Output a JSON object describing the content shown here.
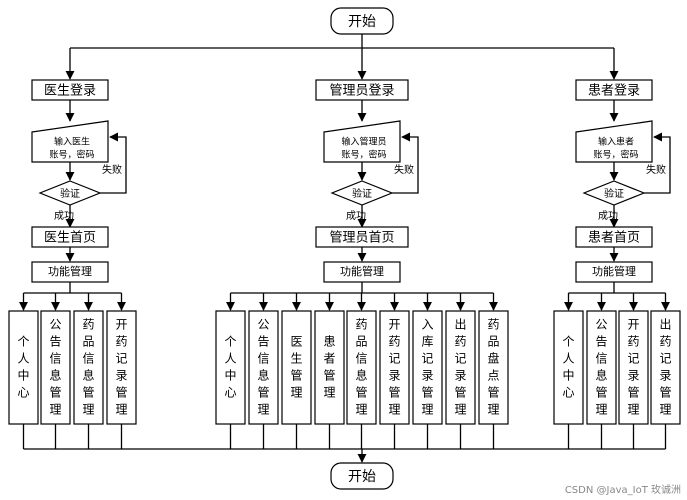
{
  "start_label": "开始",
  "end_label": "开始",
  "watermark": "CSDN @Java_IoT 玫诚洲",
  "roles": [
    {
      "login": "医生登录",
      "input": [
        "输入医生",
        "账号，密码"
      ],
      "verify": "验证",
      "fail": "失败",
      "success": "成功",
      "home": "医生首页",
      "function": "功能管理",
      "modules": [
        "个人中心",
        "公告信息管理",
        "药品信息管理",
        "开药记录管理"
      ]
    },
    {
      "login": "管理员登录",
      "input": [
        "输入管理员",
        "账号，密码"
      ],
      "verify": "验证",
      "fail": "失败",
      "success": "成功",
      "home": "管理员首页",
      "function": "功能管理",
      "modules": [
        "个人中心",
        "公告信息管理",
        "医生管理",
        "患者管理",
        "药品信息管理",
        "开药记录管理",
        "入库记录管理",
        "出药记录管理",
        "药品盘点管理"
      ]
    },
    {
      "login": "患者登录",
      "input": [
        "输入患者",
        "账号，密码"
      ],
      "verify": "验证",
      "fail": "失败",
      "success": "成功",
      "home": "患者首页",
      "function": "功能管理",
      "modules": [
        "个人中心",
        "公告信息管理",
        "开药记录管理",
        "出药记录管理"
      ]
    }
  ]
}
